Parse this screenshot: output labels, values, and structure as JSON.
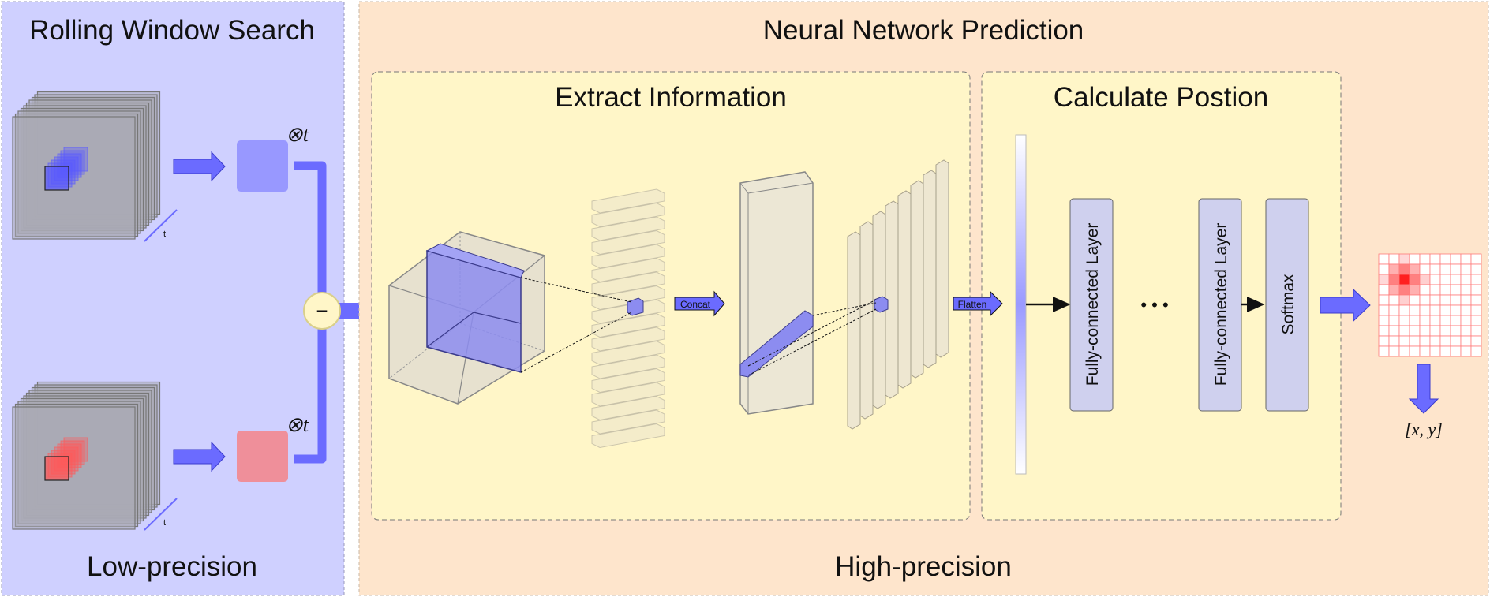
{
  "left_panel": {
    "title": "Rolling Window Search",
    "footer": "Low-precision",
    "time_label_top": "t",
    "time_label_bottom": "t",
    "op_top": "⊗t",
    "op_bottom": "⊗t",
    "minus_symbol": "−"
  },
  "right_panel": {
    "title": "Neural Network Prediction",
    "footer": "High-precision",
    "extract": {
      "title": "Extract Information",
      "concat_label": "Concat",
      "flatten_label": "Flatten"
    },
    "calculate": {
      "title": "Calculate Postion",
      "fc1_label": "Fully-connected Layer",
      "fc2_label": "Fully-connected Layer",
      "softmax_label": "Softmax",
      "ellipsis": "• • •"
    },
    "output_label": "[x, y]"
  },
  "colors": {
    "left_bg": "#cfd0ff",
    "right_bg": "#fee5cc",
    "inner_bg": "#fff6c8",
    "accent_blue": "#6b6bff",
    "accent_red": "#ef8f9a",
    "grid_red": "#ff5a5a"
  }
}
